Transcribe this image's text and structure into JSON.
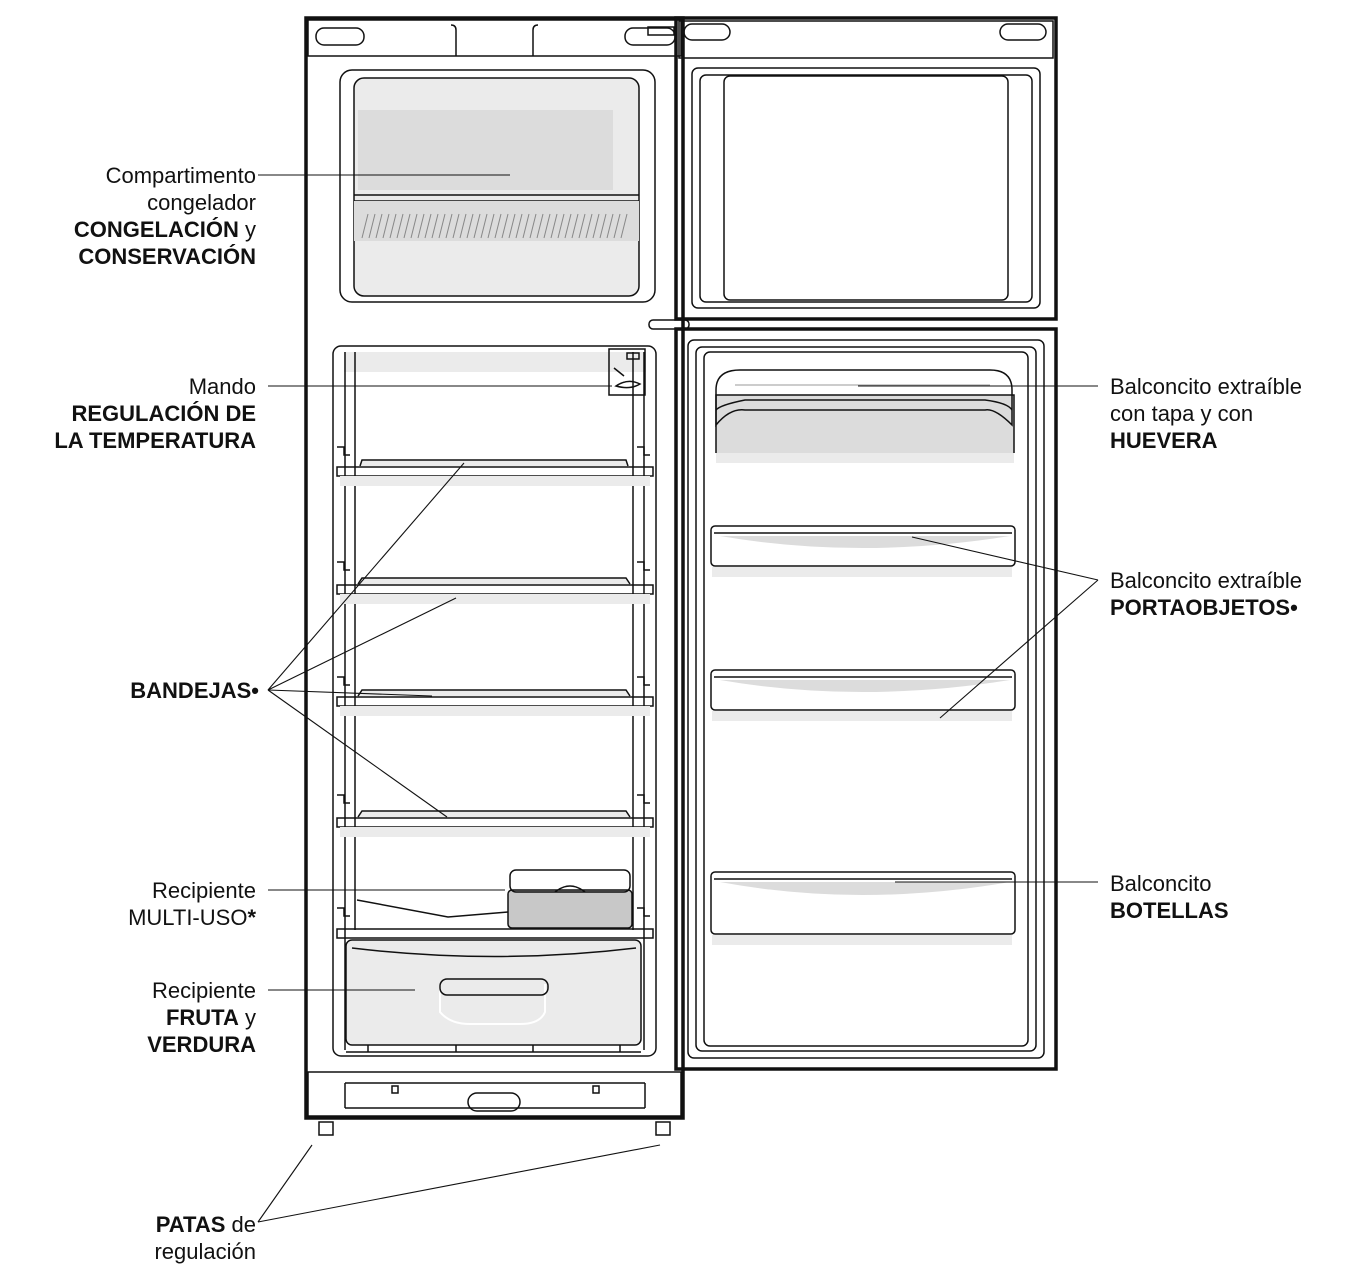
{
  "labels": {
    "freezer": {
      "l1": "Compartimento",
      "l2": "congelador",
      "l3_bold": "CONGELACIÓN",
      "l3_rest": " y",
      "l4_bold": "CONSERVACIÓN"
    },
    "control": {
      "l1": "Mando",
      "l2_bold": "REGULACIÓN DE",
      "l3_bold": "LA TEMPERATURA"
    },
    "shelves": {
      "l1_bold": "BANDEJAS•"
    },
    "multi": {
      "l1": "Recipiente",
      "l2": "MULTI-USO",
      "l2_bold": "*"
    },
    "crisper": {
      "l1": "Recipiente",
      "l2_bold": "FRUTA",
      "l2_rest": " y",
      "l3_bold": "VERDURA"
    },
    "feet": {
      "l1_bold": "PATAS",
      "l1_rest": " de",
      "l2": "regulación"
    },
    "egg": {
      "l1": "Balconcito extraíble",
      "l2": "con tapa y con",
      "l3_bold": "HUEVERA"
    },
    "portaobjetos": {
      "l1": "Balconcito extraíble",
      "l2_bold": "PORTAOBJETOS•"
    },
    "bottles": {
      "l1": "Balconcito",
      "l2_bold": "BOTELLAS"
    }
  }
}
